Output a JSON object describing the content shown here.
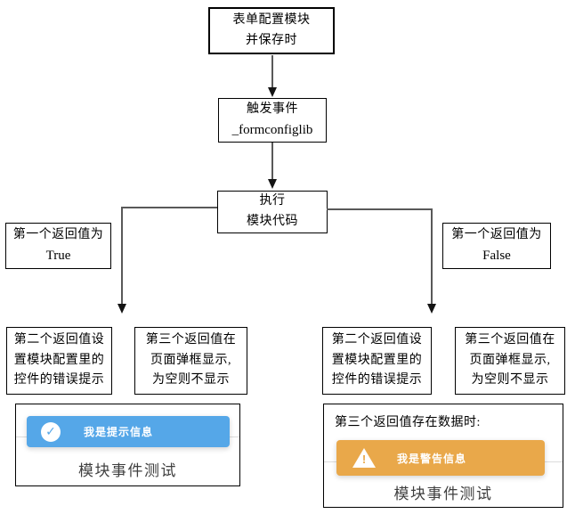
{
  "colors": {
    "info_blue": "#55a7e8",
    "warning_orange": "#e9a84a",
    "caption_gray": "#3f3f3f",
    "connector_gray": "#595959",
    "box_border": "#000000"
  },
  "flow": {
    "start": {
      "line1": "表单配置模块",
      "line2": "并保存时"
    },
    "trigger": {
      "line1": "触发事件",
      "line2": "_formconfiglib"
    },
    "execute": {
      "line1": "执行",
      "line2": "模块代码"
    },
    "cond_true": {
      "line1": "第一个返回值为",
      "line2": "True"
    },
    "cond_false": {
      "line1": "第一个返回值为",
      "line2": "False"
    },
    "result_second": {
      "line1": "第二个返回值设",
      "line2": "置模块配置里的",
      "line3": "控件的错误提示"
    },
    "result_third": {
      "line1": "第三个返回值在",
      "line2": "页面弹框显示,",
      "line3": "为空则不显示"
    }
  },
  "demo_success": {
    "toast": {
      "icon": "check-icon",
      "glyph": "✓",
      "message": "我是提示信息"
    },
    "caption": "模块事件测试"
  },
  "demo_warning": {
    "note": "第三个返回值存在数据时:",
    "toast": {
      "icon": "warning-icon",
      "glyph": "!",
      "message": "我是警告信息"
    },
    "caption": "模块事件测试"
  }
}
